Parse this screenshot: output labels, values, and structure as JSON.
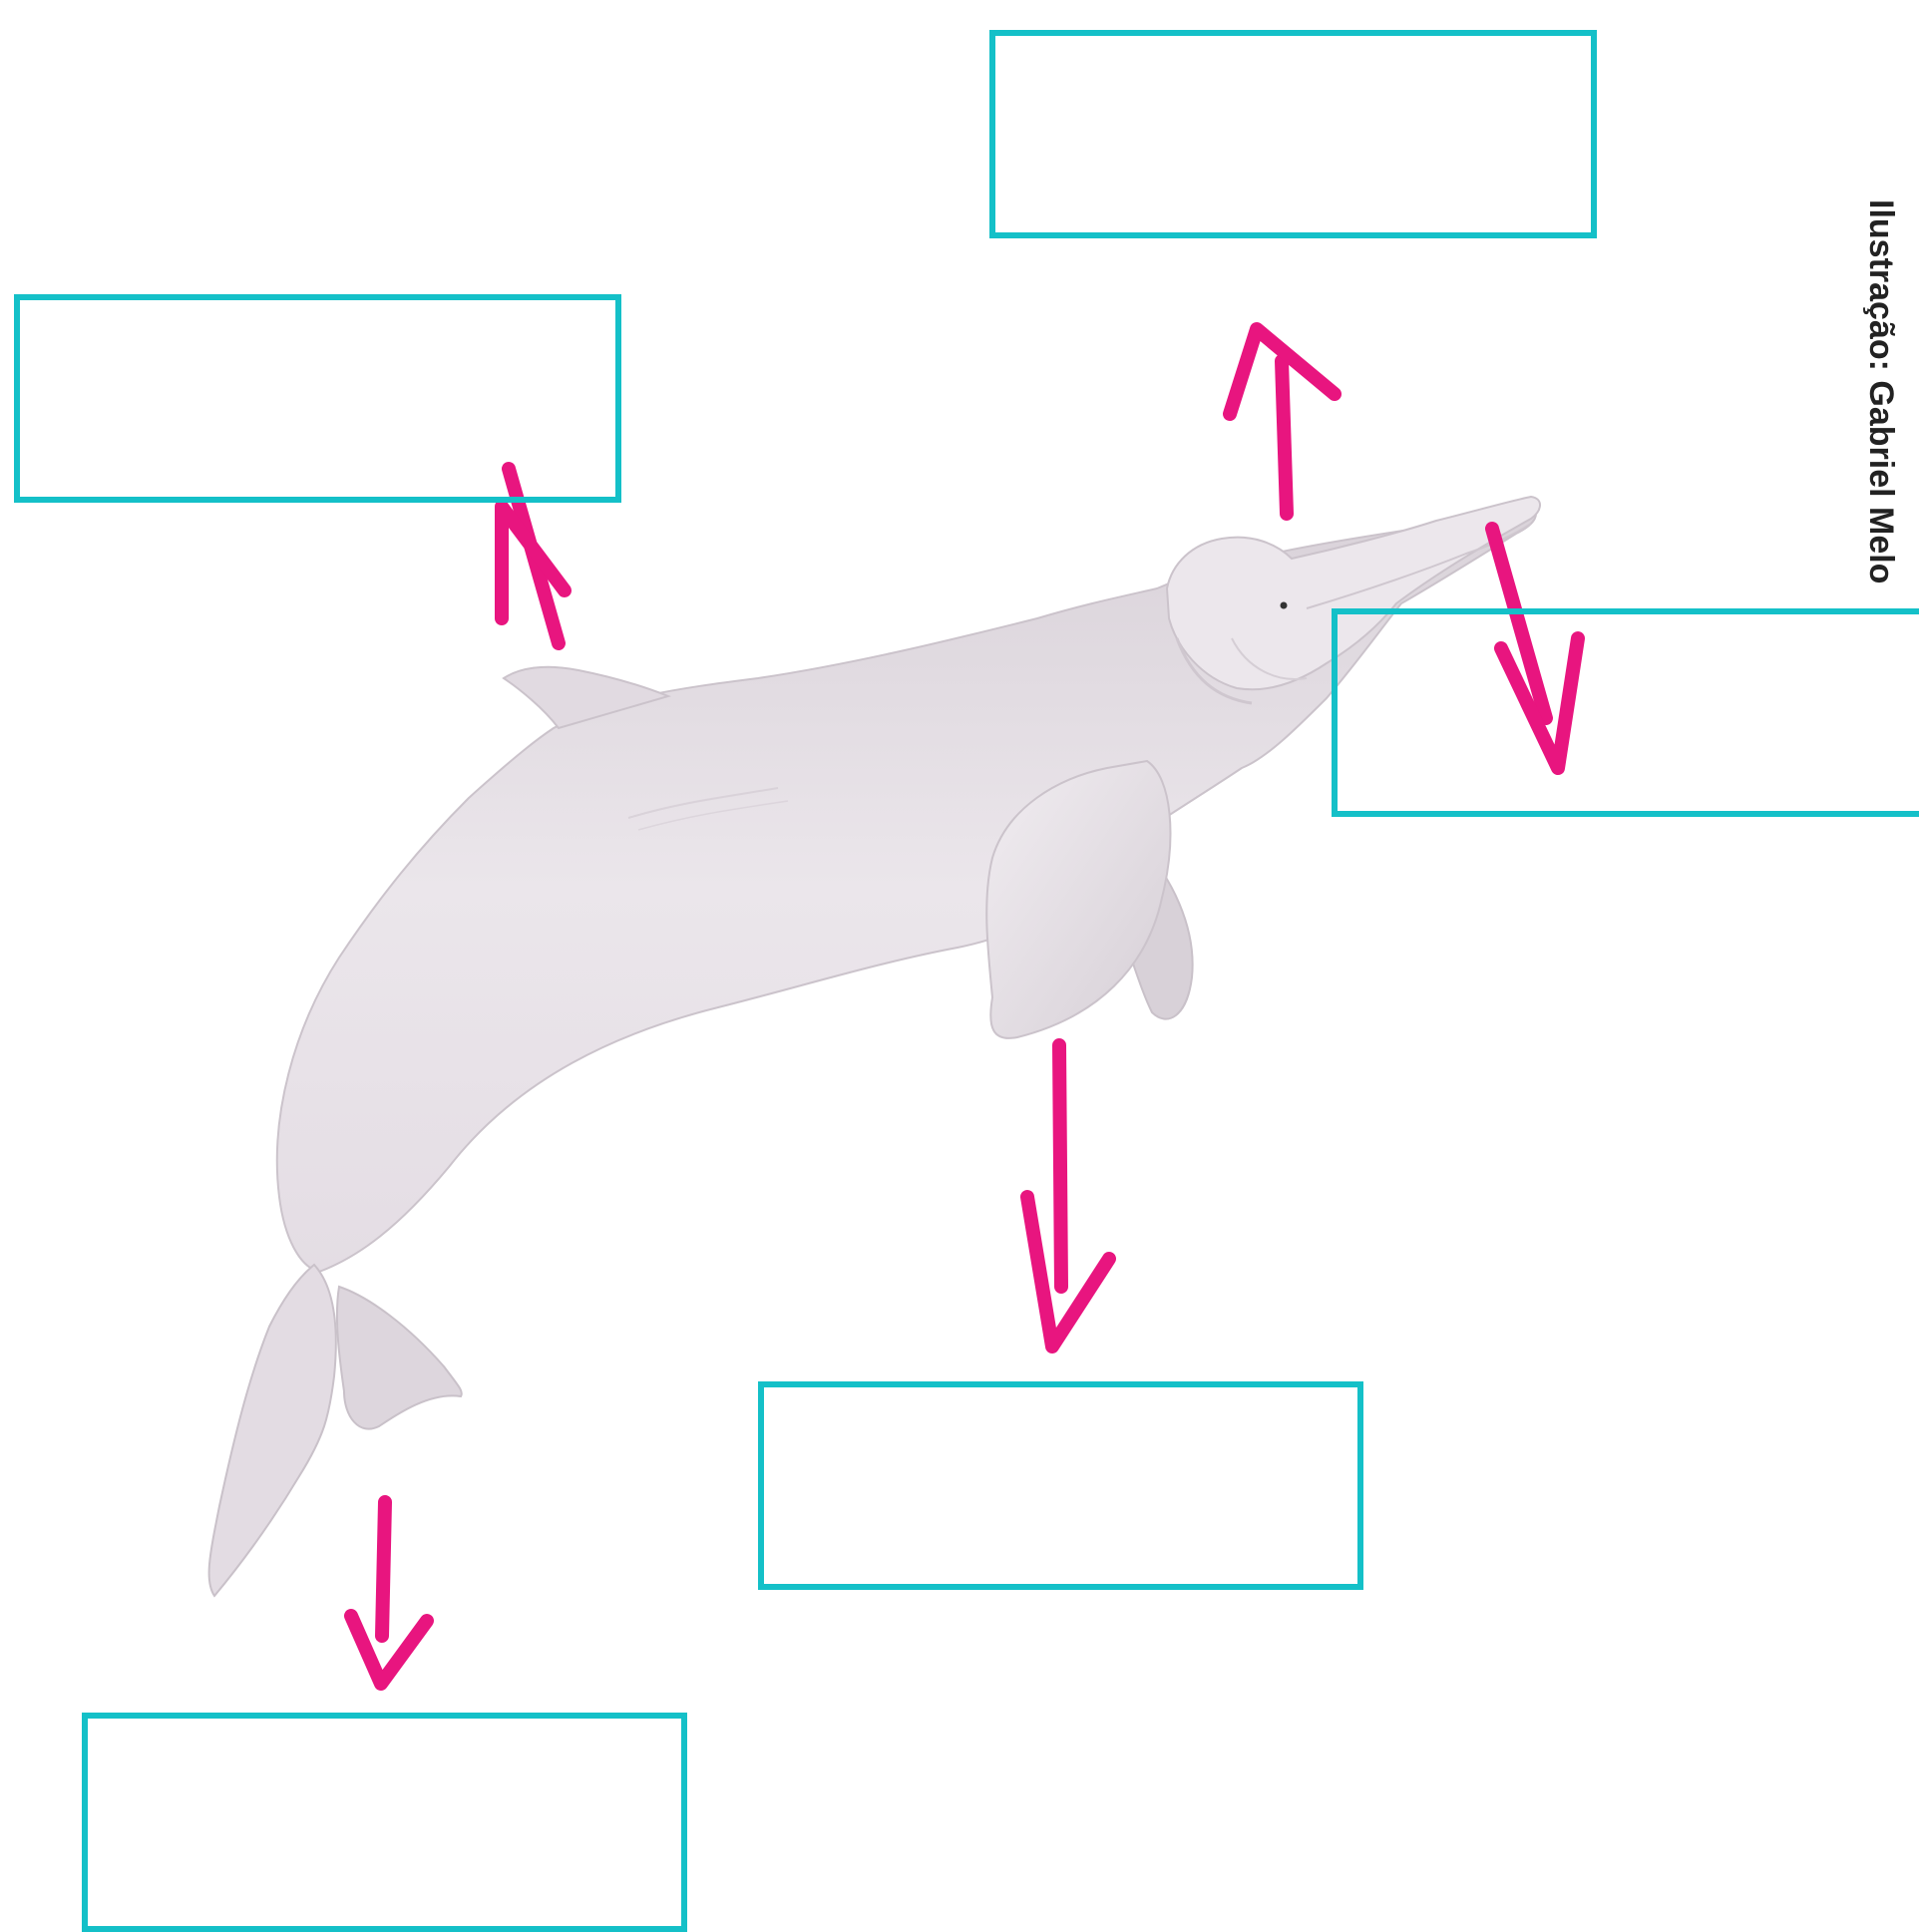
{
  "credit": "Ilustração: Gabriel Melo",
  "colors": {
    "box_border": "#14c0c8",
    "arrow": "#e8157f",
    "dolphin_body": "#e7e2e7",
    "dolphin_shadow": "#cfc8cf"
  },
  "label_boxes": [
    {
      "id": "top",
      "text": ""
    },
    {
      "id": "left",
      "text": ""
    },
    {
      "id": "right",
      "text": ""
    },
    {
      "id": "middle",
      "text": ""
    },
    {
      "id": "bottom-left",
      "text": ""
    }
  ],
  "icons": [
    "arrow-up-icon",
    "arrow-down-icon",
    "dolphin-illustration"
  ]
}
